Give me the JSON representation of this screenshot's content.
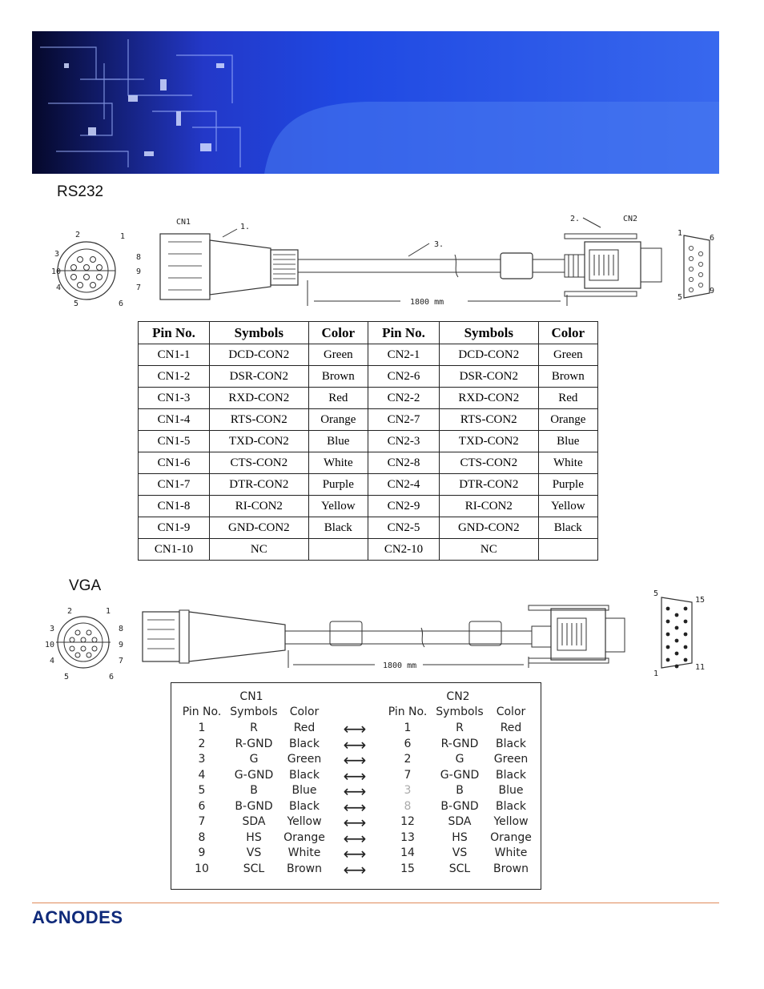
{
  "rs232": {
    "title": "RS232",
    "cn1_label": "CN1",
    "cn2_label": "CN2",
    "callout_1": "1.",
    "callout_2": "2.",
    "callout_3": "3.",
    "length_label": "1800 mm",
    "pin_numbers_left": [
      "1",
      "2",
      "3",
      "4",
      "5",
      "6",
      "7",
      "8",
      "9",
      "10"
    ],
    "db9_left_nums": [
      "1",
      "5"
    ],
    "db9_right_nums": [
      "6",
      "9"
    ],
    "table": {
      "headers": [
        "Pin No.",
        "Symbols",
        "Color",
        "Pin No.",
        "Symbols",
        "Color"
      ],
      "rows": [
        [
          "CN1-1",
          "DCD-CON2",
          "Green",
          "CN2-1",
          "DCD-CON2",
          "Green"
        ],
        [
          "CN1-2",
          "DSR-CON2",
          "Brown",
          "CN2-6",
          "DSR-CON2",
          "Brown"
        ],
        [
          "CN1-3",
          "RXD-CON2",
          "Red",
          "CN2-2",
          "RXD-CON2",
          "Red"
        ],
        [
          "CN1-4",
          "RTS-CON2",
          "Orange",
          "CN2-7",
          "RTS-CON2",
          "Orange"
        ],
        [
          "CN1-5",
          "TXD-CON2",
          "Blue",
          "CN2-3",
          "TXD-CON2",
          "Blue"
        ],
        [
          "CN1-6",
          "CTS-CON2",
          "White",
          "CN2-8",
          "CTS-CON2",
          "White"
        ],
        [
          "CN1-7",
          "DTR-CON2",
          "Purple",
          "CN2-4",
          "DTR-CON2",
          "Purple"
        ],
        [
          "CN1-8",
          "RI-CON2",
          "Yellow",
          "CN2-9",
          "RI-CON2",
          "Yellow"
        ],
        [
          "CN1-9",
          "GND-CON2",
          "Black",
          "CN2-5",
          "GND-CON2",
          "Black"
        ],
        [
          "CN1-10",
          "NC",
          "",
          "CN2-10",
          "NC",
          ""
        ]
      ]
    }
  },
  "vga": {
    "title": "VGA",
    "length_label": "1800 mm",
    "db15_nums": [
      "5",
      "15",
      "1",
      "11"
    ],
    "cn1_label": "CN1",
    "cn2_label": "CN2",
    "headers": [
      "Pin No.",
      "Symbols",
      "Color",
      "Pin No.",
      "Symbols",
      "Color"
    ],
    "rows": [
      [
        "1",
        "R",
        "Red",
        "1",
        "R",
        "Red"
      ],
      [
        "2",
        "R-GND",
        "Black",
        "6",
        "R-GND",
        "Black"
      ],
      [
        "3",
        "G",
        "Green",
        "2",
        "G",
        "Green"
      ],
      [
        "4",
        "G-GND",
        "Black",
        "7",
        "G-GND",
        "Black"
      ],
      [
        "5",
        "B",
        "Blue",
        "3",
        "B",
        "Blue"
      ],
      [
        "6",
        "B-GND",
        "Black",
        "8",
        "B-GND",
        "Black"
      ],
      [
        "7",
        "SDA",
        "Yellow",
        "12",
        "SDA",
        "Yellow"
      ],
      [
        "8",
        "HS",
        "Orange",
        "13",
        "HS",
        "Orange"
      ],
      [
        "9",
        "VS",
        "White",
        "14",
        "VS",
        "White"
      ],
      [
        "10",
        "SCL",
        "Brown",
        "15",
        "SCL",
        "Brown"
      ]
    ]
  },
  "footer": {
    "logo_text": "ACNODES",
    "logo_color": "#0f2a7a",
    "rule_color": "#e08a5a"
  }
}
